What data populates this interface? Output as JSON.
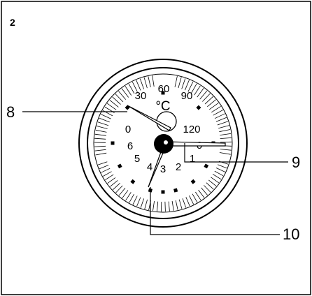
{
  "figure": {
    "number": "2"
  },
  "gauge": {
    "unit": "°C",
    "temperature_scale": [
      "0",
      "30",
      "60",
      "90",
      "120"
    ],
    "pressure_scale": [
      "0",
      "1",
      "2",
      "3",
      "4",
      "5",
      "6"
    ]
  },
  "callouts": [
    {
      "id": "8",
      "label": "8"
    },
    {
      "id": "9",
      "label": "9"
    },
    {
      "id": "10",
      "label": "10"
    }
  ]
}
